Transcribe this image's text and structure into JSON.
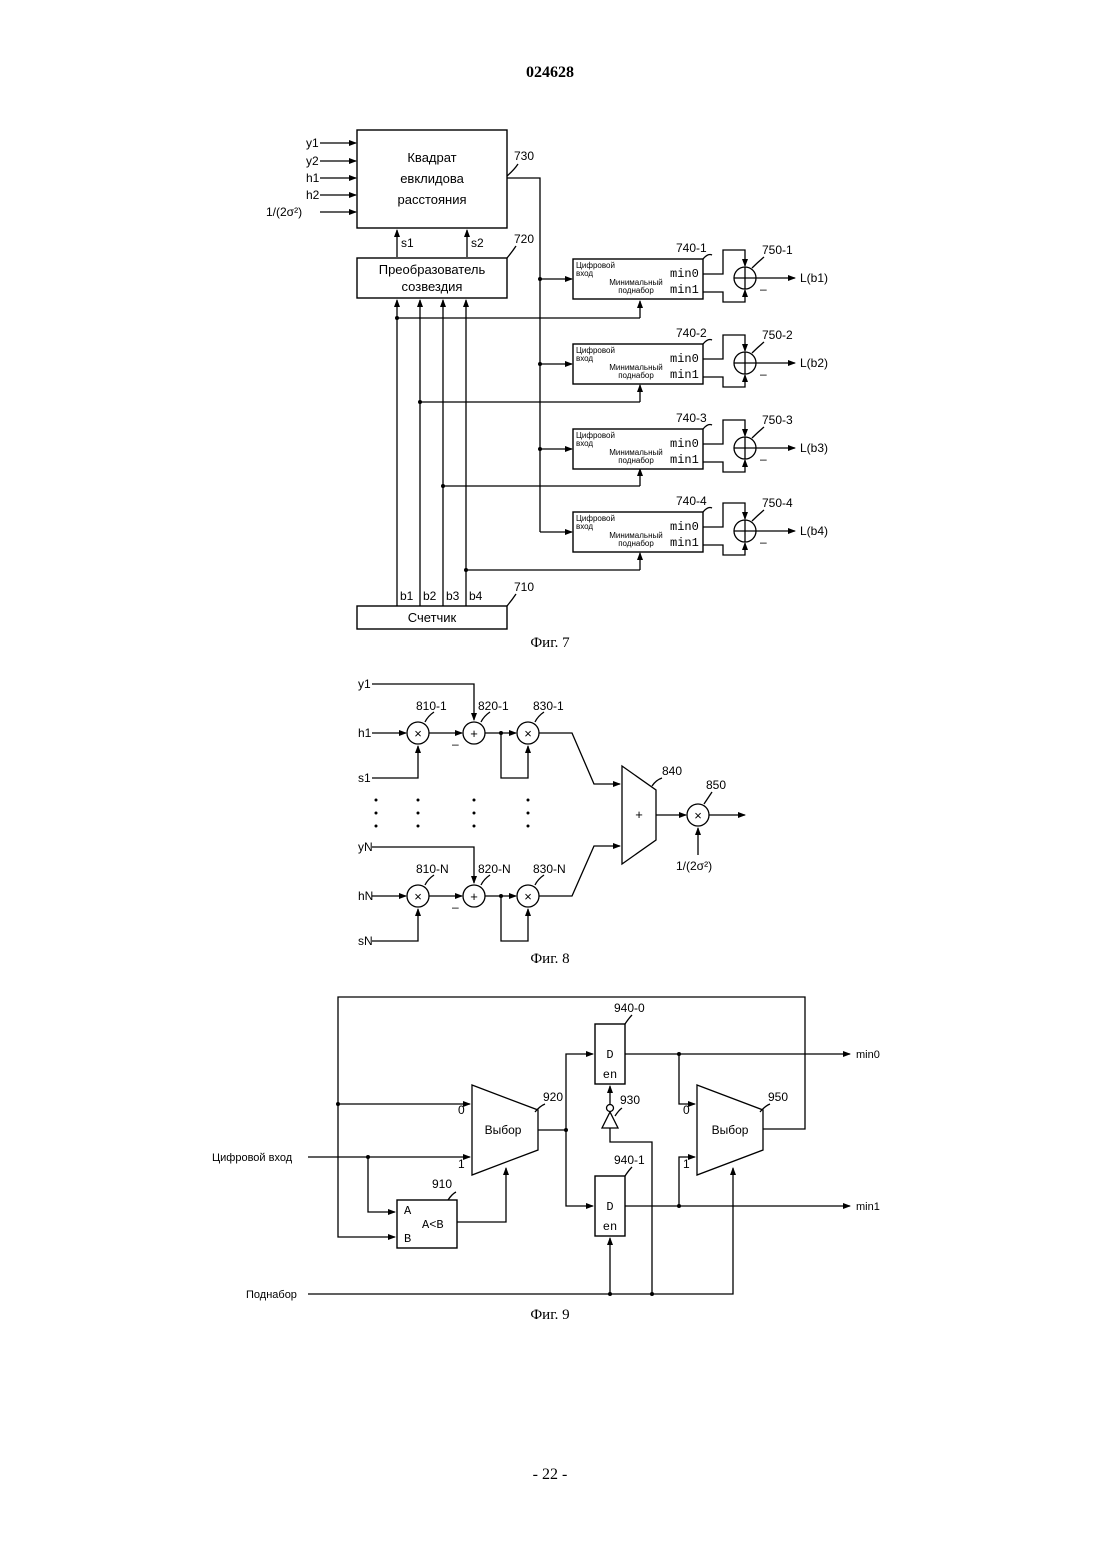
{
  "header": {
    "page_number": "024628"
  },
  "footer": {
    "page_label": "- 22 -"
  },
  "fig7": {
    "caption": "Фиг. 7",
    "inputs": [
      "y1",
      "y2",
      "h1",
      "h2",
      "1/(2σ²)"
    ],
    "block730": {
      "line1": "Квадрат",
      "line2": "евклидова",
      "line3": "расстояния",
      "ref": "730"
    },
    "block720": {
      "line1": "Преобразователь",
      "line2": "созвездия",
      "ref": "720"
    },
    "s_labels": [
      "s1",
      "s2"
    ],
    "block710": {
      "label": "Счетчик",
      "ref": "710"
    },
    "b_labels": [
      "b1",
      "b2",
      "b3",
      "b4"
    ],
    "selectors": [
      {
        "ref": "740-1",
        "adder": "750-1",
        "out": "L(b1)"
      },
      {
        "ref": "740-2",
        "adder": "750-2",
        "out": "L(b2)"
      },
      {
        "ref": "740-3",
        "adder": "750-3",
        "out": "L(b3)"
      },
      {
        "ref": "740-4",
        "adder": "750-4",
        "out": "L(b4)"
      }
    ],
    "sel_in1": "Цифровой",
    "sel_in2": "вход",
    "sel_sub1": "Минимальный",
    "sel_sub2": "поднабор",
    "sel_min0": "min0",
    "sel_min1": "min1",
    "minus": "–"
  },
  "fig8": {
    "caption": "Фиг. 8",
    "y1": "y1",
    "h1": "h1",
    "s1": "s1",
    "yN": "yN",
    "hN": "hN",
    "sN": "sN",
    "refs_top": [
      "810-1",
      "820-1",
      "830-1"
    ],
    "refs_bot": [
      "810-N",
      "820-N",
      "830-N"
    ],
    "ref840": "840",
    "ref850": "850",
    "scale": "1/(2σ²)",
    "plus": "+",
    "times": "×",
    "minus": "–"
  },
  "fig9": {
    "caption": "Фиг. 9",
    "digital_in": "Цифровой вход",
    "subset": "Поднабор",
    "mux": "Выбор",
    "ref920": "920",
    "ref950": "950",
    "ref930": "930",
    "ref910": "910",
    "ref9400": "940-0",
    "ref9401": "940-1",
    "d": "D",
    "en": "en",
    "cmp_a": "A",
    "cmp_b": "B",
    "cmp_op": "A<B",
    "sel0": "0",
    "sel1": "1",
    "out0": "min0",
    "out1": "min1"
  }
}
